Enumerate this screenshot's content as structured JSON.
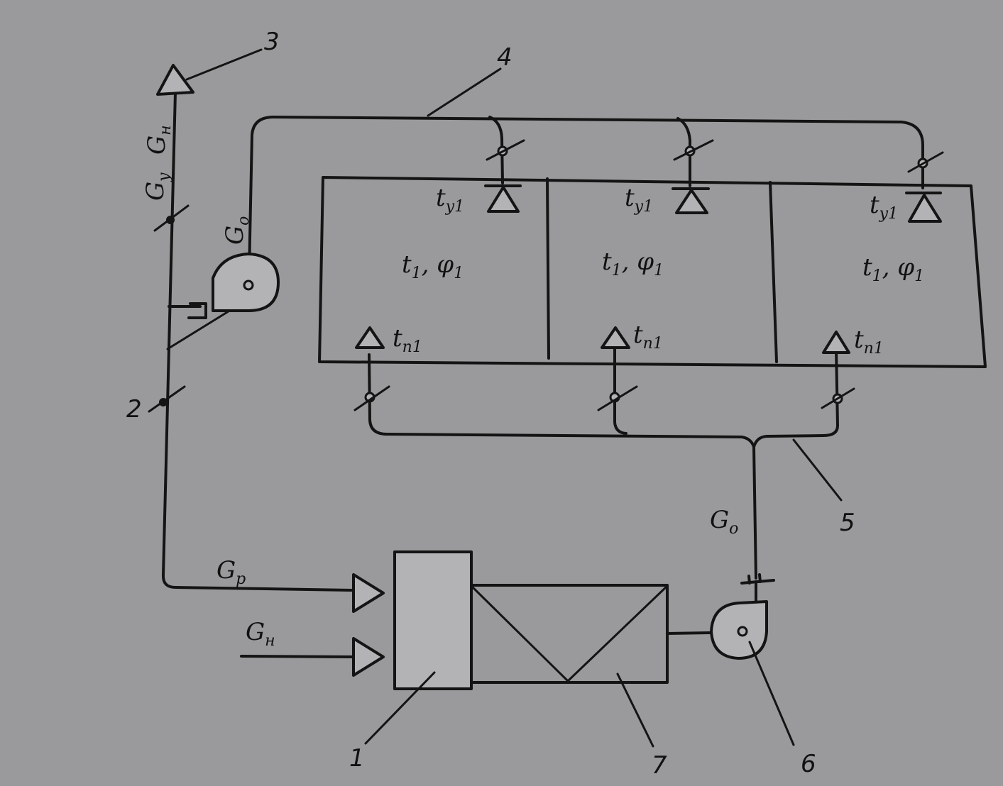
{
  "labels": {
    "n1": "1",
    "n2": "2",
    "n3": "3",
    "n4": "4",
    "n5": "5",
    "n6": "6",
    "n7": "7",
    "g_y": "G",
    "g_y_sub": "y",
    "g_n_top": "G",
    "g_n_top_sub": "н",
    "g_o_top": "G",
    "g_o_top_sub": "o",
    "g_o_bottom": "G",
    "g_o_bottom_sub": "o",
    "g_p": "G",
    "g_p_sub": "p",
    "g_n_bottom": "G",
    "g_n_bottom_sub": "н"
  },
  "rooms": [
    {
      "exhaust": "t",
      "exhaust_sub": "y1",
      "state": "t",
      "state_sub": "1",
      "phi": ", φ",
      "phi_sub": "1",
      "supply": "t",
      "supply_sub": "n1"
    },
    {
      "exhaust": "t",
      "exhaust_sub": "y1",
      "state": "t",
      "state_sub": "1",
      "phi": ", φ",
      "phi_sub": "1",
      "supply": "t",
      "supply_sub": "n1"
    },
    {
      "exhaust": "t",
      "exhaust_sub": "y1",
      "state": "t",
      "state_sub": "1",
      "phi": ", φ",
      "phi_sub": "1",
      "supply": "t",
      "supply_sub": "n1"
    }
  ]
}
